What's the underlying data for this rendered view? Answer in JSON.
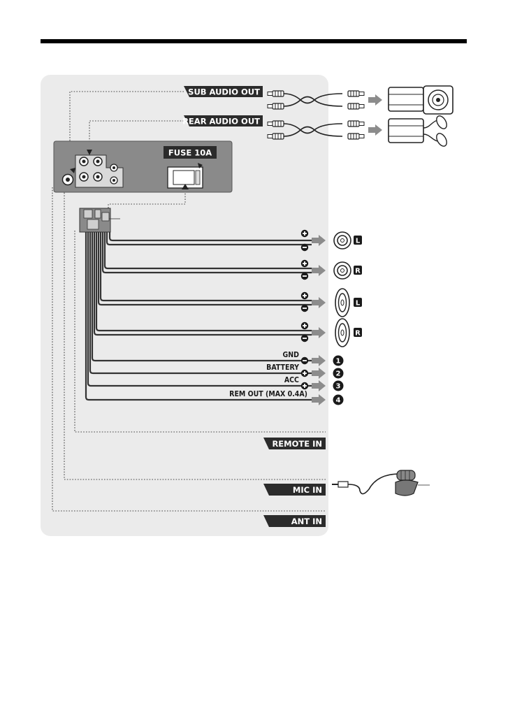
{
  "labels": {
    "sub_audio_out": "SUB AUDIO OUT",
    "rear_audio_out": "REAR AUDIO OUT",
    "fuse": "FUSE 10A",
    "remote_in": "REMOTE IN",
    "mic_in": "MIC IN",
    "ant_in": "ANT IN"
  },
  "wires": {
    "gnd": "GND",
    "battery": "BATTERY",
    "acc": "ACC",
    "rem_out": "REM OUT (MAX 0.4A)"
  },
  "speakers": [
    {
      "side": "L"
    },
    {
      "side": "R"
    },
    {
      "side": "L"
    },
    {
      "side": "R"
    }
  ],
  "badges": [
    "1",
    "2",
    "3",
    "4"
  ],
  "colors": {
    "panel": "#ebebeb",
    "label_bg": "#2b2b2b",
    "unit": "#8a8a8a",
    "arrow": "#8c8c8c"
  }
}
